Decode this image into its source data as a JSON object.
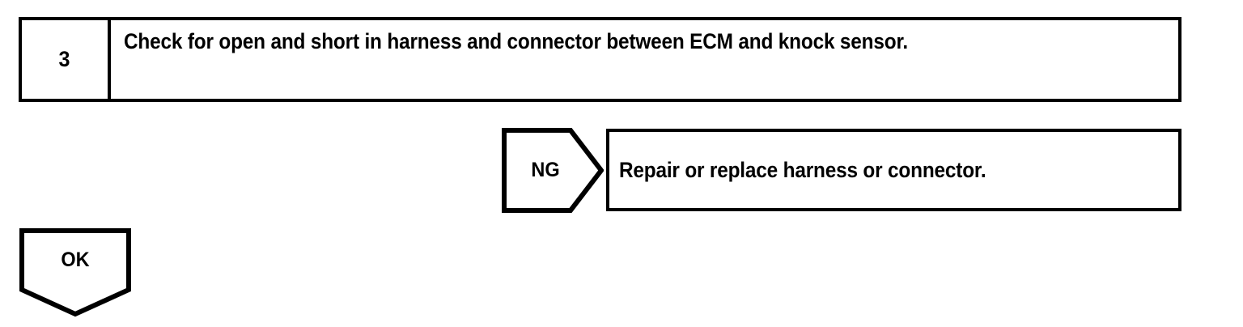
{
  "page": {
    "title": "Diagnostic Trouble Flowchart Step",
    "background_color": "#ffffff",
    "line_color": "#000000"
  },
  "step": {
    "number": "3",
    "instruction": "Check for open and short in harness and connector between ECM and knock sensor."
  },
  "branches": {
    "ng": {
      "label": "NG",
      "result_text": "Repair or replace harness or connector."
    },
    "ok": {
      "label": "OK"
    }
  }
}
